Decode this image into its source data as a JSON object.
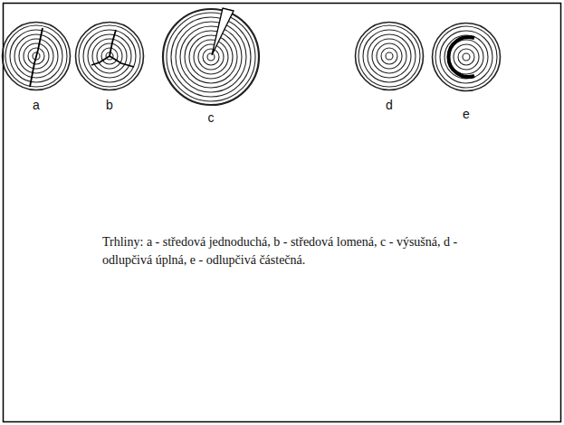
{
  "diagram": {
    "caption": "Trhliny: a - středová jednoduchá, b - středová lomená, c - výsušná, d - odlupčivá úplná, e - odlupčivá částečná.",
    "labels": [
      "a",
      "b",
      "c",
      "d",
      "e"
    ]
  }
}
